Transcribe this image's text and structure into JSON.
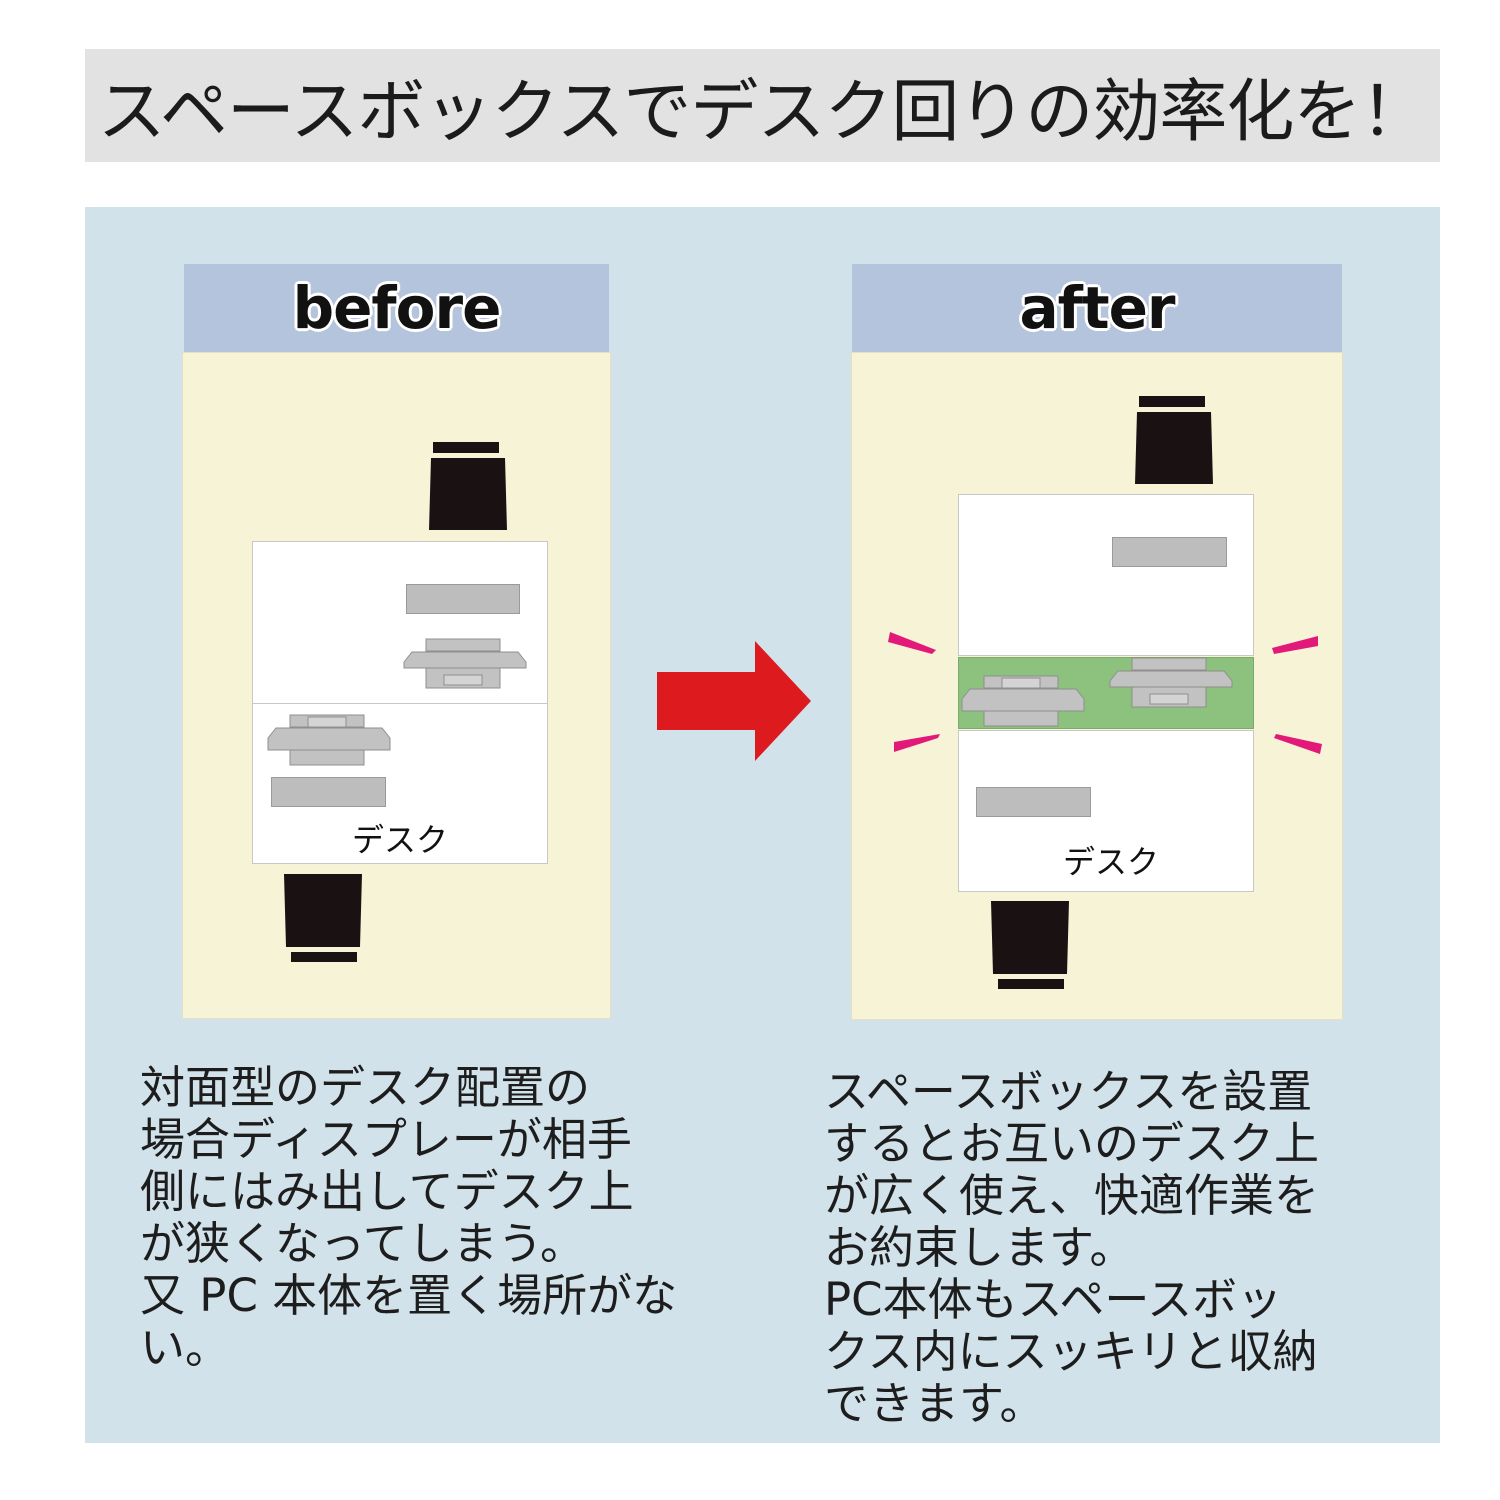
{
  "title": "スペースボックスでデスク回りの効率化を！",
  "before": {
    "header": "before",
    "desk_label": "デスク",
    "description_lines": [
      "対面型のデスク配置の",
      "場合ディスプレーが相手",
      "側にはみ出してデスク上",
      "が狭くなってしまう。",
      "又 PC 本体を置く場所がな",
      "い。"
    ]
  },
  "after": {
    "header": "after",
    "desk_label": "デスク",
    "description_lines": [
      "スペースボックスを設置",
      "するとお互いのデスク上",
      "が広く使え、快適作業を",
      "お約束します。",
      "PC本体もスペースボッ",
      "クス内にスッキリと収納",
      "できます。"
    ]
  },
  "colors": {
    "title_bg": "#e2e2e2",
    "panel_bg": "#d2e2ea",
    "header_bg": "#b4c4dc",
    "room_bg": "#f6f3d6",
    "arrow": "#dd1a1e",
    "space_box": "#8cc27e",
    "burst": "#e3197a",
    "chair": "#1a1212",
    "device_gray": "#bdbdbd"
  },
  "icons": [
    "chair-icon",
    "display-icon",
    "keyboard-icon",
    "arrow-right-icon",
    "burst-mark-icon"
  ]
}
